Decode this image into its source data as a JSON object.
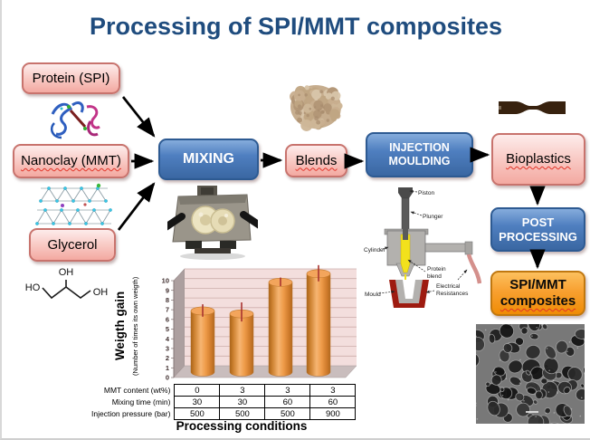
{
  "title": "Processing of SPI/MMT composites",
  "flow": {
    "protein_label": "Protein (SPI)",
    "nanoclay_label": "Nanoclay (MMT)",
    "glycerol_label": "Glycerol",
    "mixing_label": "MIXING",
    "blends_label": "Blends",
    "injection_label": "INJECTION MOULDING",
    "bioplastics_label": "Bioplastics",
    "post_processing_label": "POST PROCESSING",
    "composites_line1": "SPI/MMT",
    "composites_line2": "composites"
  },
  "glycerol_molecule": {
    "oh_top": "OH",
    "ho_left": "HO",
    "oh_right": "OH"
  },
  "injection_diagram": {
    "labels": {
      "piston": "Piston",
      "plunger": "Plunger",
      "cylinder": "Cylinder",
      "protein_blend_line1": "Protein",
      "protein_blend_line2": "blend",
      "mould": "Mould",
      "electrical_line1": "Electrical",
      "electrical_line2": "Resistances"
    }
  },
  "chart_data": {
    "type": "bar",
    "style": "3d-cylinder",
    "categories": [
      "MMT 0 wt% / 30 min / 500 bar",
      "MMT 3 wt% / 30 min / 500 bar",
      "MMT 3 wt% / 60 min / 500 bar",
      "MMT 3 wt% / 60 min / 900 bar"
    ],
    "values": [
      6.4,
      6.1,
      9.4,
      10.3
    ],
    "error_low": [
      5.8,
      5.3,
      9.0,
      9.5
    ],
    "error_high": [
      7.1,
      7.3,
      9.9,
      11.2
    ],
    "title": "",
    "ylabel": "Weigth gain",
    "ylabel_sub": "(Number of times its own weigth)",
    "xlabel": "Processing conditions",
    "ylim": [
      0,
      10
    ],
    "ytick_step": 1,
    "grid": true,
    "legend": false,
    "bar_color": "#E89040",
    "error_color": "#A83330",
    "wall_color": "#F3DEDD",
    "floor_color": "#C9BDBD",
    "condition_table": {
      "rows": [
        {
          "label": "MMT content (wt%)",
          "values": [
            "0",
            "3",
            "3",
            "3"
          ]
        },
        {
          "label": "Mixing time (min)",
          "values": [
            "30",
            "30",
            "60",
            "60"
          ]
        },
        {
          "label": "Injection pressure (bar)",
          "values": [
            "500",
            "500",
            "500",
            "900"
          ]
        }
      ]
    }
  },
  "images": {
    "protein_structure": "protein-ribbon-structure",
    "nanoclay_structure": "nanoclay-lattice-structure",
    "glycerol_molecule": "glycerol-skeletal-formula",
    "mixer_photo": "laboratory-mixer-photo",
    "powder_photo": "blend-powder-photo",
    "dogbone_specimen": "dogbone-test-specimen",
    "injection_diagram": "injection-moulding-schematic",
    "sem_image": "sem-micrograph-porous-composite"
  },
  "colors": {
    "title": "#1F4C7E",
    "box_pink_border": "#C8736D",
    "box_blue": "#4F7FC0",
    "box_orange": "#F8A030",
    "arrow": "#000000"
  }
}
